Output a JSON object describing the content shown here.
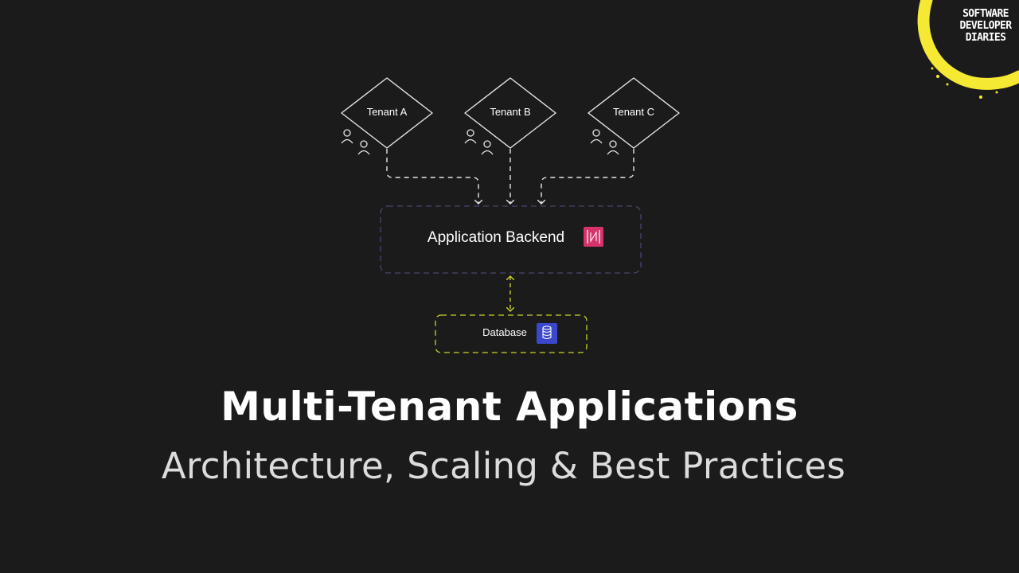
{
  "brand": {
    "line1": "SOFTWARE",
    "line2": "DEVELOPER",
    "line3": "DIARIES",
    "accent_color": "#f5e933"
  },
  "diagram": {
    "tenants": [
      {
        "label": "Tenant A"
      },
      {
        "label": "Tenant B"
      },
      {
        "label": "Tenant C"
      }
    ],
    "backend": {
      "label": "Application Backend",
      "icon": "api-gateway-icon",
      "icon_color": "#d6336c",
      "border_color": "#4a4470"
    },
    "database": {
      "label": "Database",
      "icon": "database-icon",
      "icon_color": "#3b48cc",
      "border_color": "#c9d12a"
    }
  },
  "heading": {
    "title": "Multi-Tenant Applications",
    "subtitle": "Architecture, Scaling & Best Practices"
  }
}
